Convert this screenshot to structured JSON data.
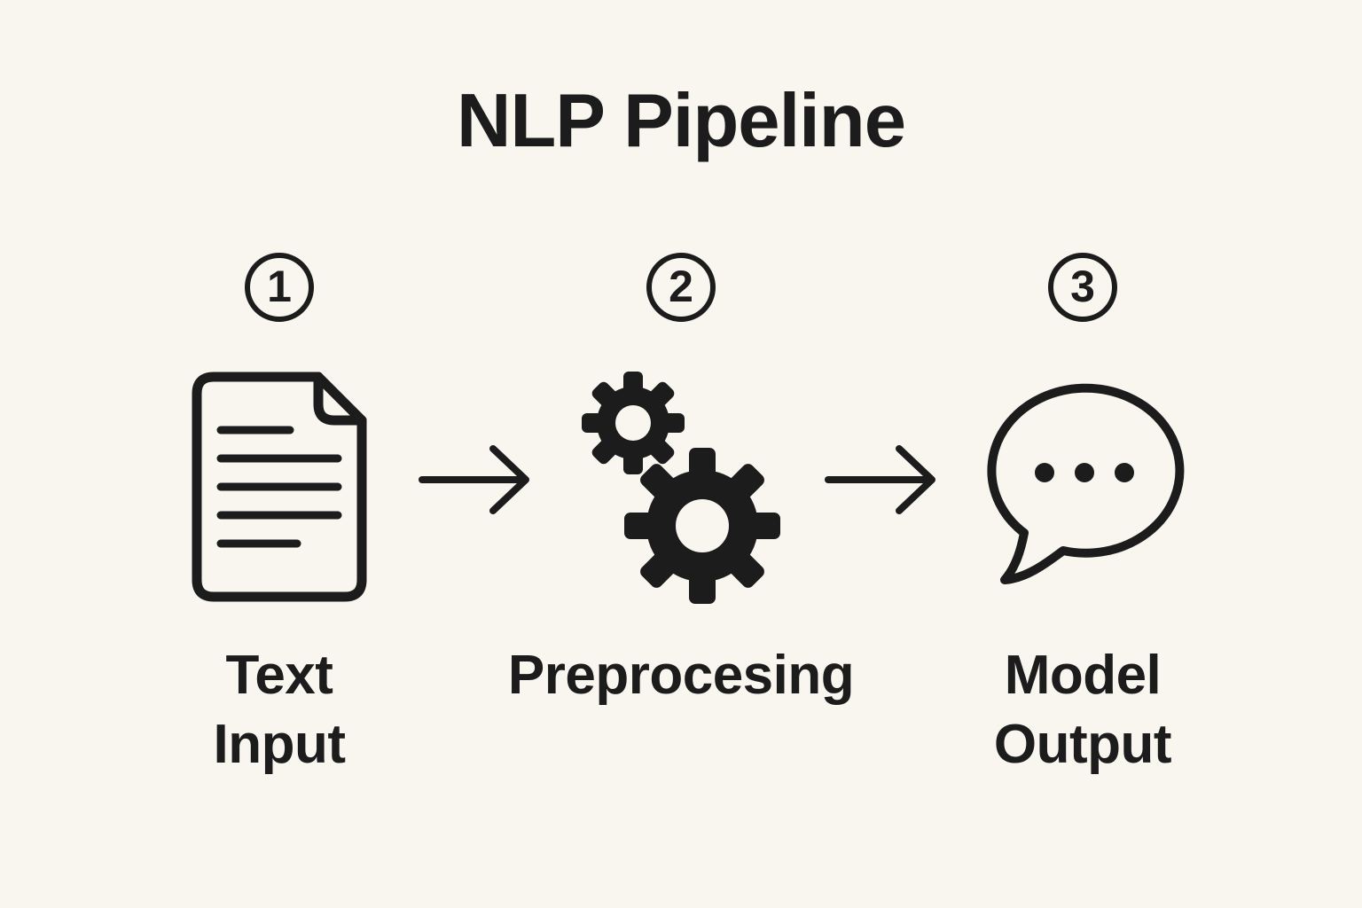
{
  "title": "NLP Pipeline",
  "colors": {
    "background": "#F8F6EF",
    "ink": "#1C1C1C"
  },
  "steps": [
    {
      "number": "1",
      "icon": "document-icon",
      "label_lines": [
        "Text",
        "Input"
      ]
    },
    {
      "number": "2",
      "icon": "gears-icon",
      "label_lines": [
        "Preprocesing"
      ]
    },
    {
      "number": "3",
      "icon": "speech-bubble-icon",
      "label_lines": [
        "Model",
        "Output"
      ]
    }
  ],
  "connectors": [
    {
      "type": "arrow-right"
    },
    {
      "type": "arrow-right"
    }
  ]
}
